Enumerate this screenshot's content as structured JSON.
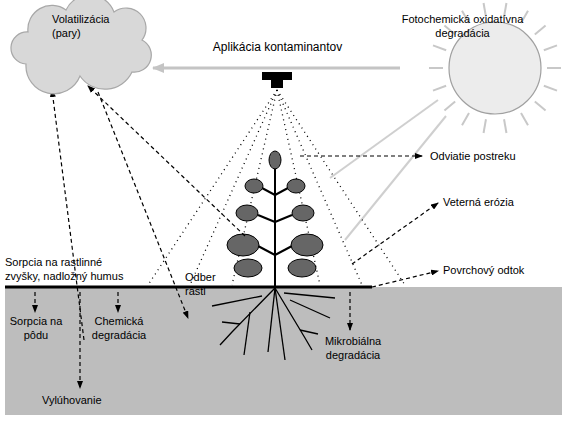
{
  "diagram": {
    "nodes": [
      {
        "text": [
          "Volatilizácia (pary)"
        ]
      },
      {
        "text": [
          "Fotochemická oxidatívna degradácia"
        ]
      }
    ],
    "edges": [
      {
        "from": 1,
        "to": 0,
        "arrow": "to"
      }
    ],
    "labels": [
      "Aplikácia kontaminantov",
      "Odviatie postreku",
      "Veterná erózia",
      "Povrchový odtok",
      "Sorpcia na rastlinné zvyšky, nadložný humus",
      "Odber rastl",
      "Sorpcia na pôdu",
      "Chemická degradácia",
      "Mikrobiálna degradácia",
      "Vylúhovanie"
    ]
  }
}
